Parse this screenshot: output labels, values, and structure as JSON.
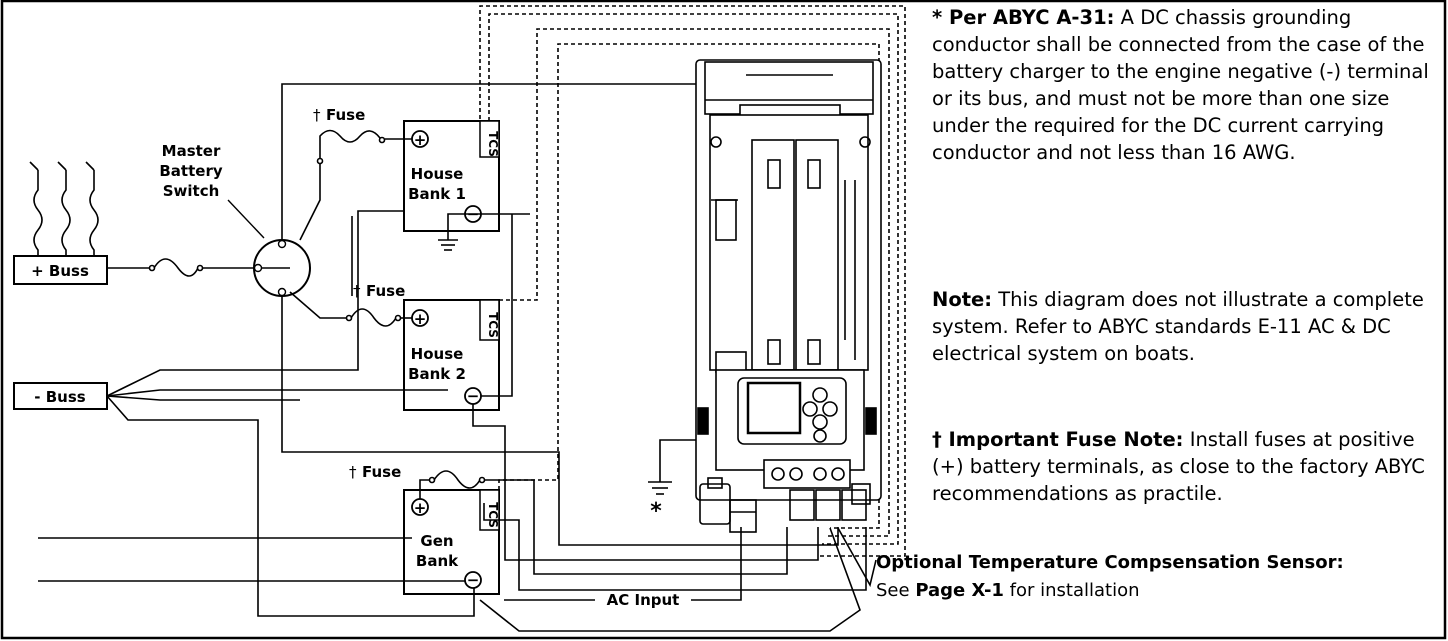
{
  "labels": {
    "master_switch_line1": "Master",
    "master_switch_line2": "Battery",
    "master_switch_line3": "Switch",
    "fuse_dagger": "†",
    "fuse": "Fuse",
    "plus_buss": "+ Buss",
    "minus_buss": "- Buss",
    "house1_line1": "House",
    "house1_line2": "Bank 1",
    "house2_line1": "House",
    "house2_line2": "Bank 2",
    "gen_line1": "Gen",
    "gen_line2": "Bank",
    "tcs": "TCS",
    "ac_input": "AC Input",
    "asterisk": "*",
    "plus_symbol": "+",
    "minus_symbol": "−"
  },
  "notes": {
    "abyc_title": "* Per ABYC A-31:",
    "abyc_text": "A DC chassis grounding conductor shall be connected from the case of the battery charger to the engine negative (-) terminal or its bus, and must not be more than one size under the required for the DC current carrying conductor and not less than 16 AWG.",
    "note_title": "Note:",
    "note_text": "This diagram does not illustrate a complete system. Refer to ABYC standards E-11 AC & DC electrical system on boats.",
    "fuse_title": "† Important Fuse Note:",
    "fuse_text": "Install fuses at positive (+) battery terminals, as close to the factory ABYC recommendations as practile.",
    "sensor_title": "Optional Temperature Compsensation Sensor:",
    "sensor_pre": "See",
    "sensor_page": "Page X-1",
    "sensor_post": "for installation"
  }
}
